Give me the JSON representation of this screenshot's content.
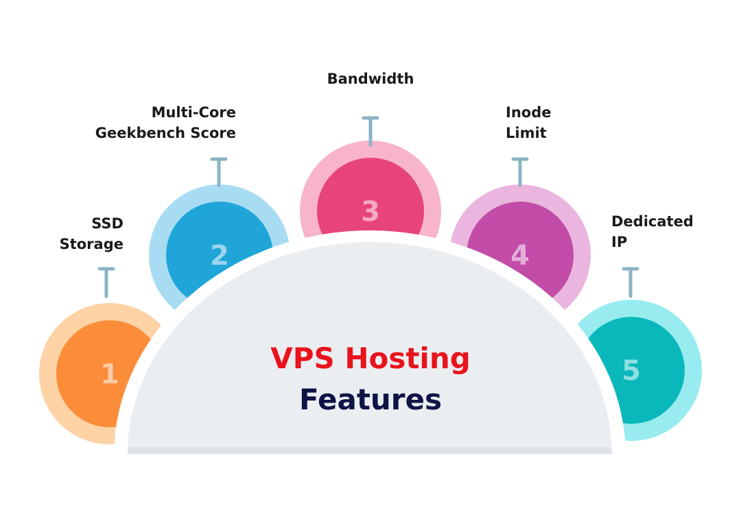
{
  "title": {
    "line1": "VPS Hosting",
    "line2": "Features",
    "line1_color": "#e8131c",
    "line2_color": "#0e1445"
  },
  "features": [
    {
      "number": "1",
      "label": "SSD\nStorage",
      "outer_color": "#fdd3a6",
      "inner_color": "#fb8c3a"
    },
    {
      "number": "2",
      "label": "Multi-Core\nGeekbench Score",
      "outer_color": "#a8dcf3",
      "inner_color": "#1fa5d8"
    },
    {
      "number": "3",
      "label": "Bandwidth",
      "outer_color": "#f8b4ca",
      "inner_color": "#e8447c"
    },
    {
      "number": "4",
      "label": "Inode\nLimit",
      "outer_color": "#eab5de",
      "inner_color": "#c24ca8"
    },
    {
      "number": "5",
      "label": "Dedicated\nIP",
      "outer_color": "#98ecef",
      "inner_color": "#0ab8bb"
    }
  ],
  "connector_color": "#8ab4c4",
  "dome_color": "#ebeef1"
}
